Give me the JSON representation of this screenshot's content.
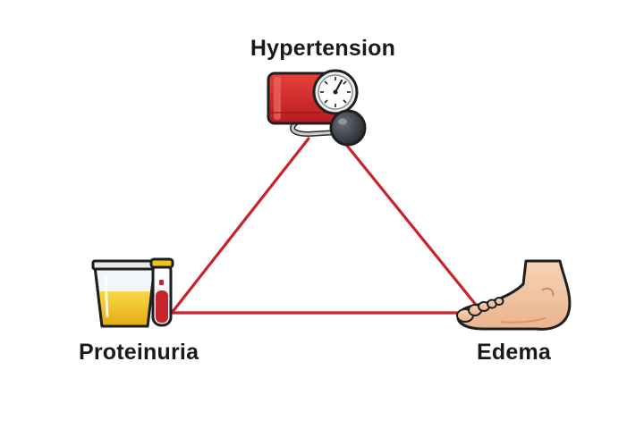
{
  "diagram": {
    "nodes": {
      "top": {
        "label": "Hypertension",
        "icon": "blood-pressure-cuff-icon"
      },
      "left": {
        "label": "Proteinuria",
        "icon": "urine-cup-and-test-tube-icon"
      },
      "right": {
        "label": "Edema",
        "icon": "swollen-foot-icon"
      }
    },
    "edges": [
      {
        "from": "top",
        "to": "left"
      },
      {
        "from": "top",
        "to": "right"
      },
      {
        "from": "left",
        "to": "right"
      }
    ],
    "colors": {
      "edge": "#c8232c",
      "cuff": "#d52b2b",
      "urine": "#f1c21b",
      "skin": "#f4c9a6",
      "outline": "#1f1f1f"
    }
  }
}
